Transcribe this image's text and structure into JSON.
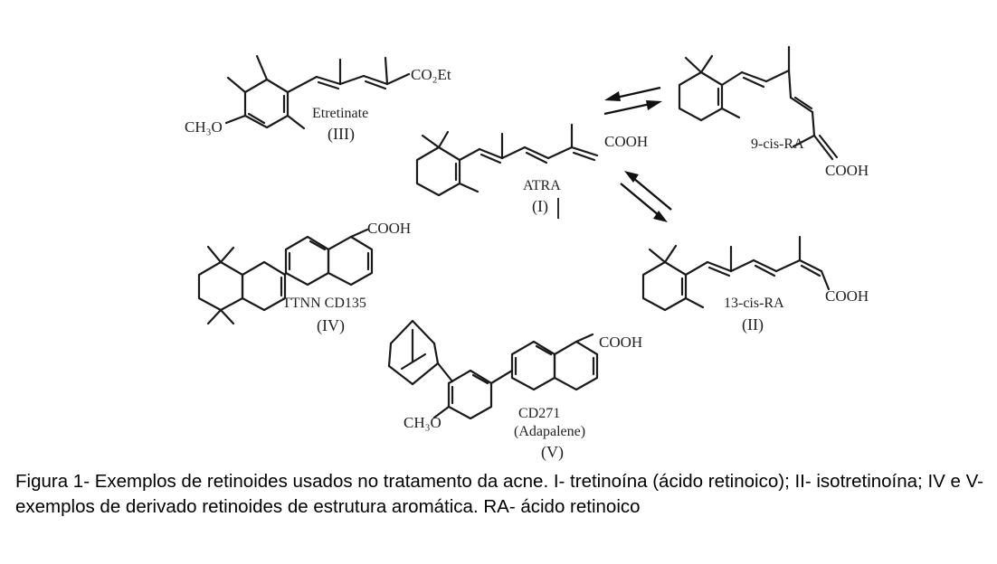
{
  "figure": {
    "caption": "Figura 1- Exemplos de retinoides usados no tratamento da acne. I- tretinoína (ácido retinoico); II- isotretinoína; IV e V- exemplos de derivado retinoides de estrutura aromática. RA- ácido retinoico"
  },
  "compounds": {
    "etretinate": {
      "name": "Etretinate",
      "roman": "(III)",
      "substituent_ester": "CO₂Et",
      "substituent_methoxy": "CH₃O"
    },
    "atra": {
      "name": "ATRA",
      "roman": "(I)",
      "acid": "COOH"
    },
    "nine_cis": {
      "name": "9-cis-RA",
      "acid": "COOH"
    },
    "thirteen_cis": {
      "name": "13-cis-RA",
      "roman": "(II)",
      "acid": "COOH"
    },
    "ttnn": {
      "name": "TTNN CD135",
      "roman": "(IV)",
      "acid": "COOH"
    },
    "adapalene": {
      "name": "CD271",
      "alt_name": "(Adapalene)",
      "roman": "(V)",
      "acid": "COOH",
      "substituent_methoxy": "CH₃O"
    }
  }
}
